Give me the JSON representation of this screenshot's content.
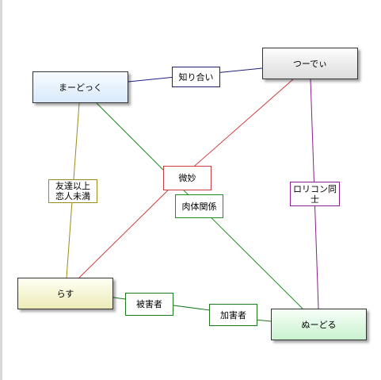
{
  "nodes": {
    "madok": "まーどっく",
    "tsude": "つーでぃ",
    "rasu": "らす",
    "nudo": "ぬーどる"
  },
  "edges": {
    "acquaintance": "知り合い",
    "friends_plus": "友達以上\n恋人未満",
    "subtle": "微妙",
    "physical": "肉体関係",
    "lolicon": "ロリコン同士",
    "victim": "被害者",
    "perpetrator": "加害者"
  },
  "colors": {
    "acquaintance": "#1f1f7a",
    "friends_plus": "#9a8a1a",
    "subtle": "#cc3c3c",
    "physical": "#1e8c1e",
    "lolicon": "#8a1e8a",
    "victim": "#1e7a1e",
    "perpetrator": "#1e7a1e"
  }
}
